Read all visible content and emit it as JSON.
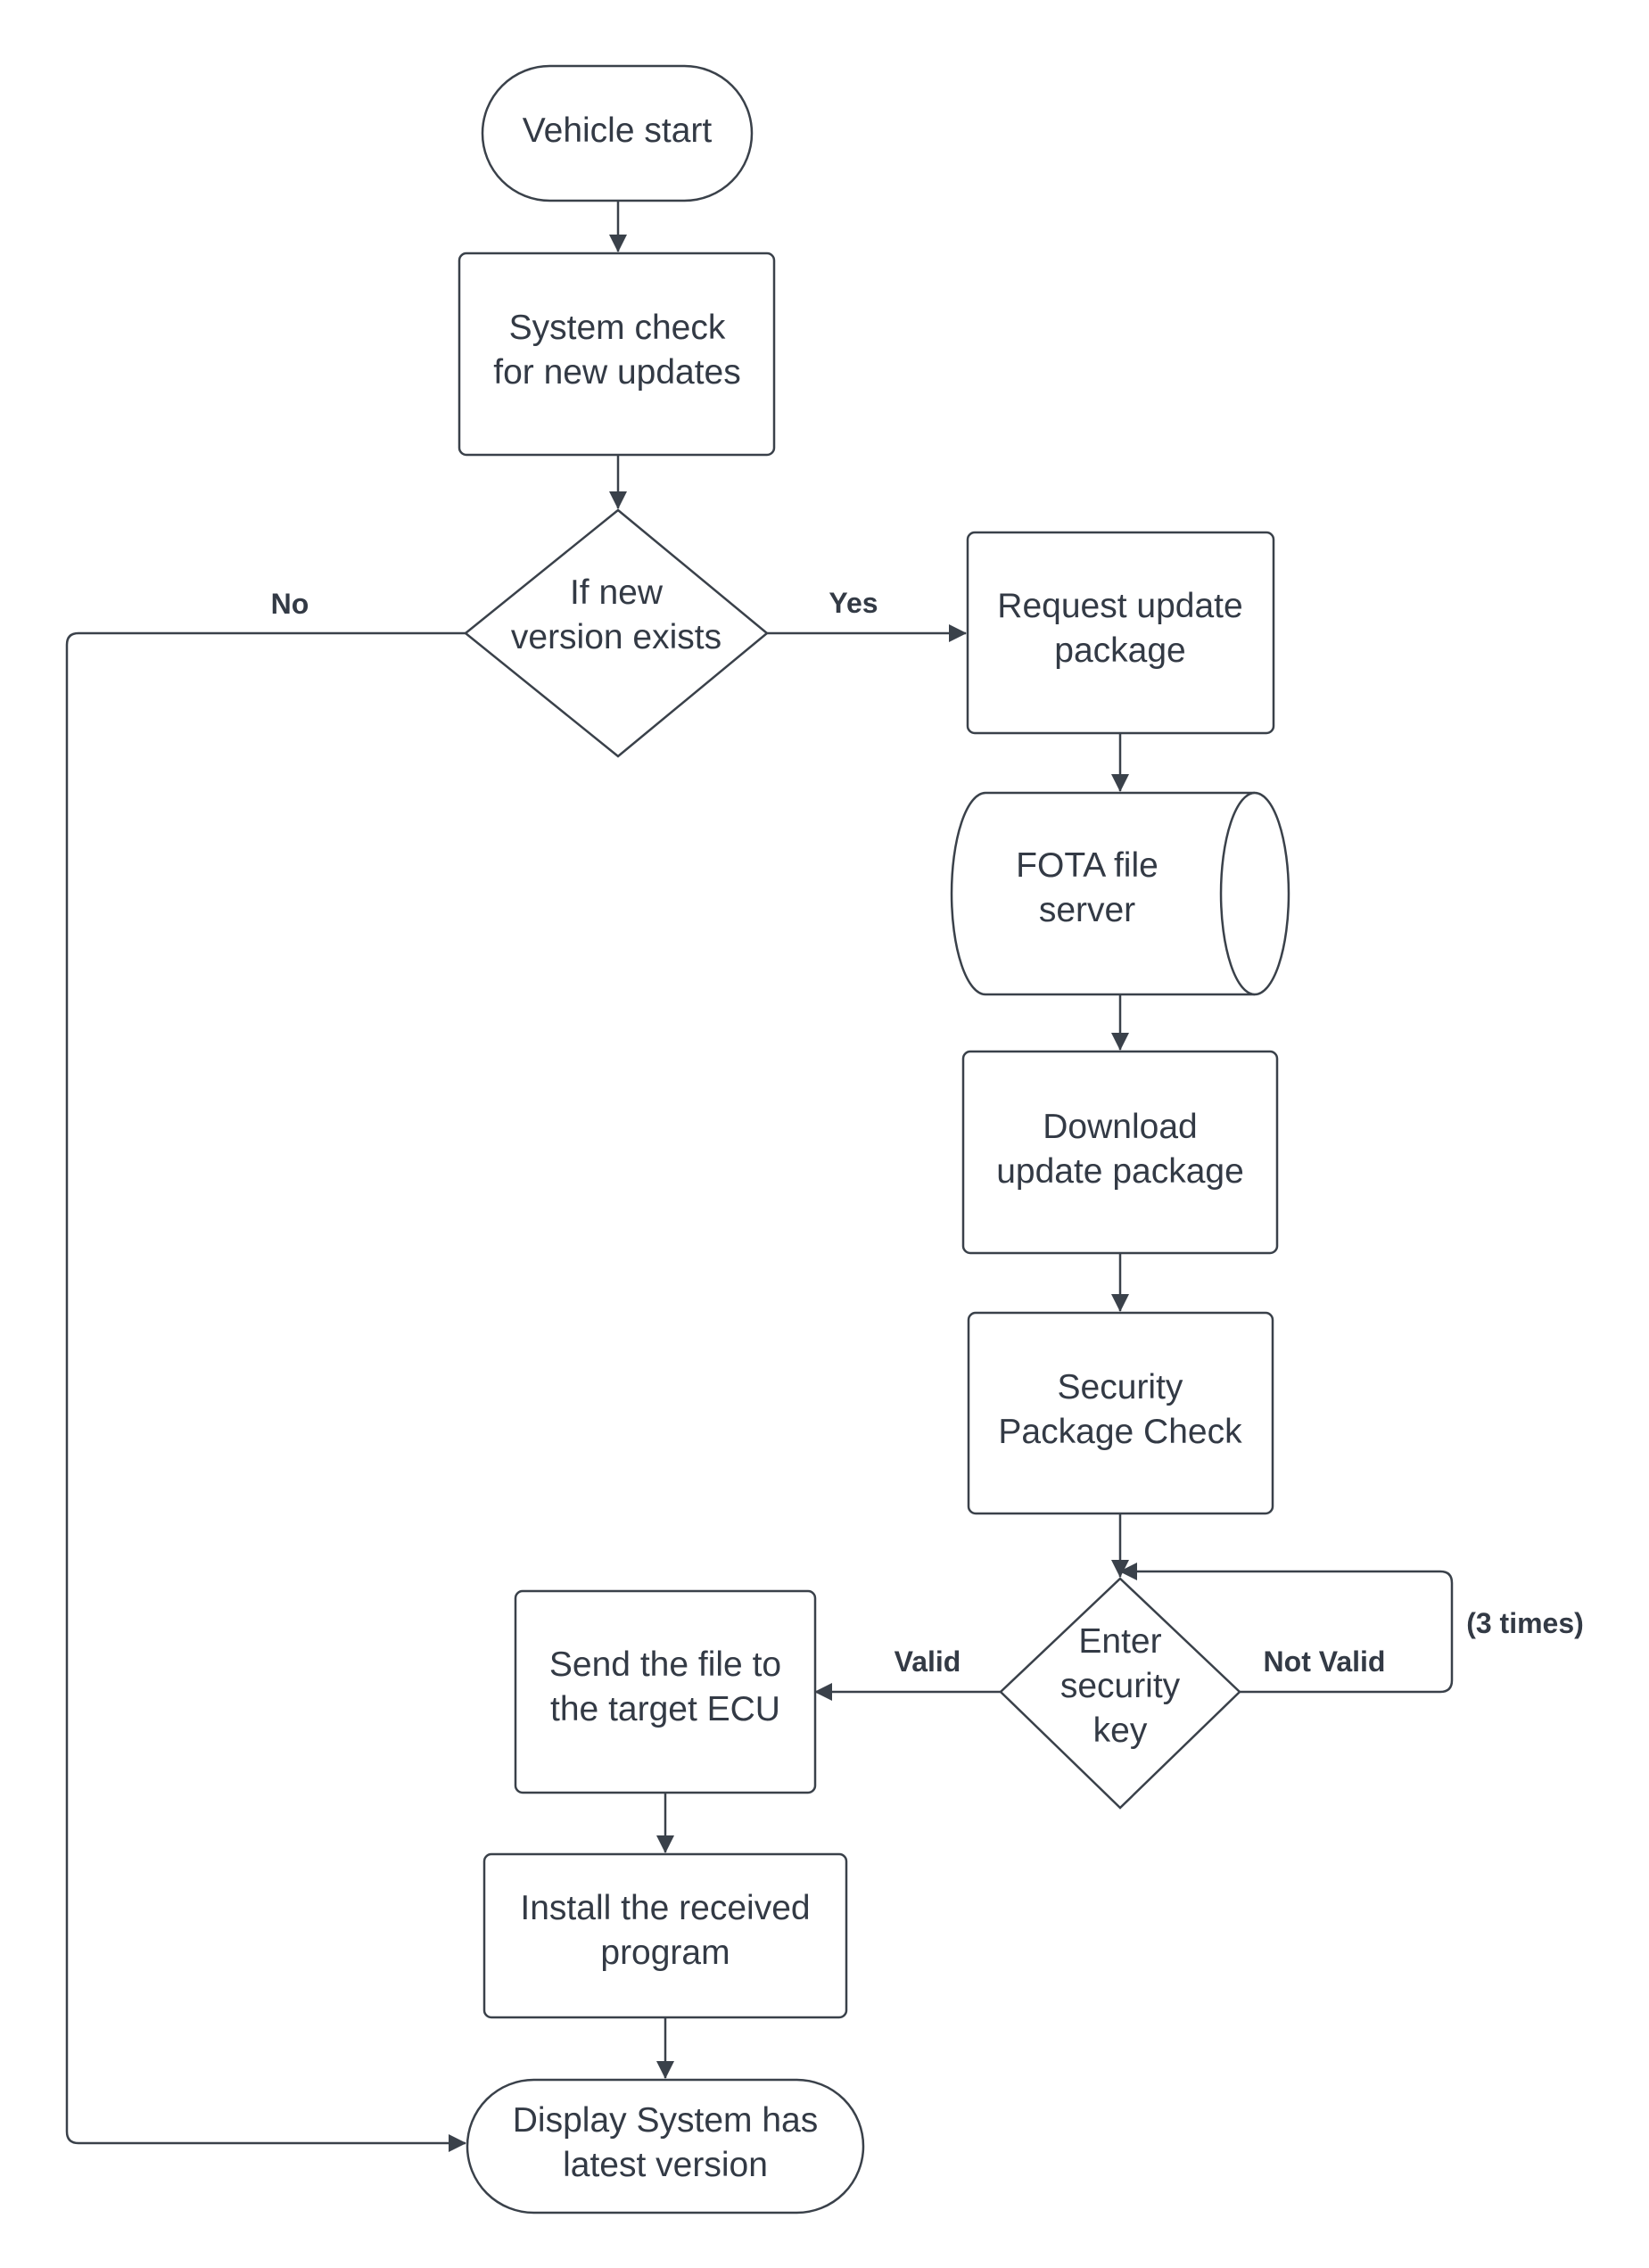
{
  "flowchart": {
    "nodes": {
      "vehicle_start": {
        "line1": "Vehicle start"
      },
      "system_check": {
        "line1": "System check",
        "line2": "for new updates"
      },
      "new_version": {
        "line1": "If new",
        "line2": "version exists"
      },
      "request_update": {
        "line1": "Request update",
        "line2": "package"
      },
      "fota_server": {
        "line1": "FOTA file",
        "line2": "server"
      },
      "download": {
        "line1": "Download",
        "line2": "update package"
      },
      "security_check": {
        "line1": "Security",
        "line2": "Package Check"
      },
      "security_key": {
        "line1": "Enter",
        "line2": "security",
        "line3": "key"
      },
      "send_file": {
        "line1": "Send the file to",
        "line2": "the target ECU"
      },
      "install": {
        "line1": "Install the received",
        "line2": "program"
      },
      "display_latest": {
        "line1": "Display System has",
        "line2": "latest version"
      }
    },
    "edges": {
      "no": "No",
      "yes": "Yes",
      "valid": "Valid",
      "not_valid": "Not Valid",
      "retry": "(3 times)"
    }
  }
}
